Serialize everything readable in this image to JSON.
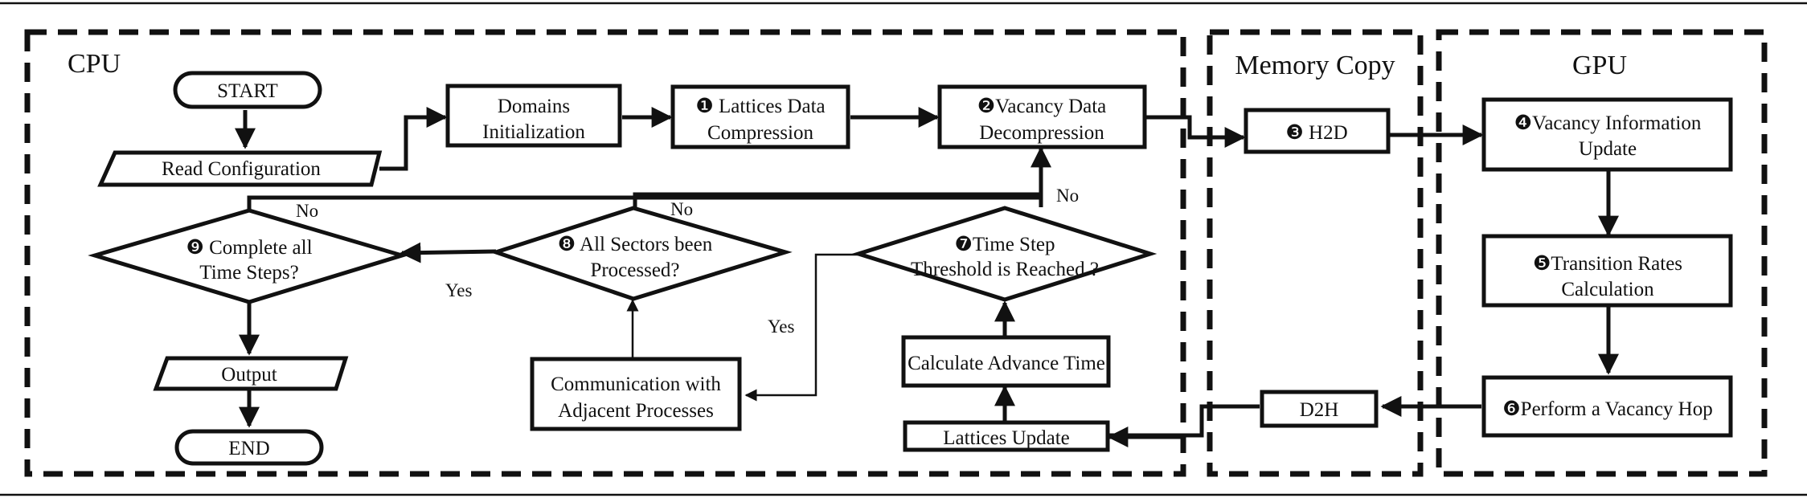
{
  "regions": {
    "cpu": "CPU",
    "memory_copy": "Memory Copy",
    "gpu": "GPU"
  },
  "nodes": {
    "start": "START",
    "read_configuration": "Read Configuration",
    "domains_initialization": [
      "Domains",
      "Initialization"
    ],
    "lattices_data_compression": [
      "❶ Lattices Data",
      "Compression"
    ],
    "vacancy_data_decompression": [
      "❷Vacancy Data",
      "Decompression"
    ],
    "h2d": "❸ H2D",
    "vacancy_information_update": [
      "❹Vacancy Information",
      "Update"
    ],
    "transition_rates_calculation": [
      "❺Transition Rates",
      "Calculation"
    ],
    "perform_vacancy_hop": "❻Perform a Vacancy Hop",
    "d2h": "D2H",
    "lattices_update": "Lattices Update",
    "calculate_advance_time": "Calculate Advance Time",
    "time_step_threshold": [
      "❼Time Step",
      "Threshold is Reached ?"
    ],
    "communication": [
      "Communication with",
      "Adjacent Processes"
    ],
    "all_sectors_processed": [
      "❽ All Sectors been",
      "Processed?"
    ],
    "complete_all_time_steps": [
      "❾ Complete all",
      "Time Steps?"
    ],
    "output": "Output",
    "end": "END"
  },
  "edge_labels": {
    "no_complete": "No",
    "no_sectors": "No",
    "no_threshold": "No",
    "yes_sectors": "Yes",
    "yes_threshold": "Yes"
  },
  "colors": {
    "ink": "#111111",
    "background": "#ffffff"
  }
}
